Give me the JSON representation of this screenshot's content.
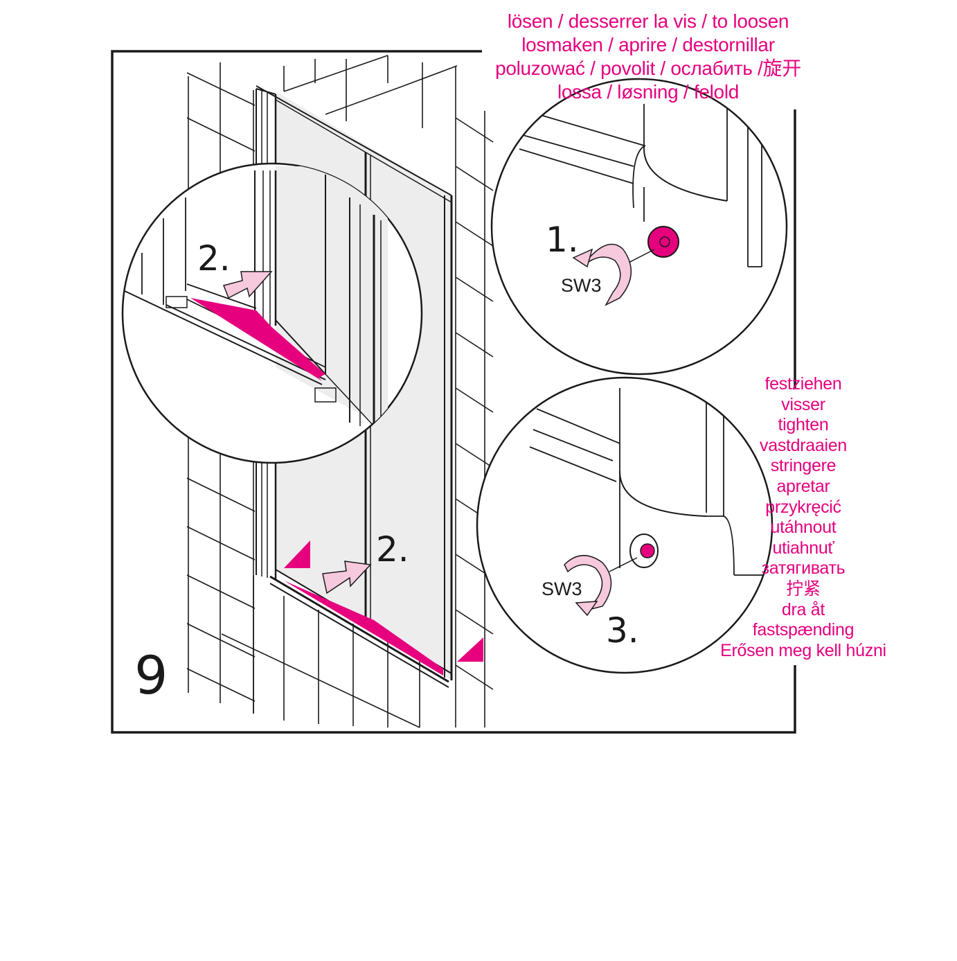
{
  "figure_number": "9",
  "loosen_labels": [
    "lösen / desserrer la vis / to loosen",
    "losmaken / aprire / destornillar",
    "poluzować / povolit / ослабить /旋开",
    "lossa / løsning / felold"
  ],
  "tighten_labels": [
    "festziehen",
    "visser",
    "tighten",
    "vastdraaien",
    "stringere",
    "apretar",
    "przykręcić",
    "utáhnout",
    "utiahnuť",
    "затягивать",
    "拧紧",
    "dra åt",
    "fastspænding",
    "Erősen meg kell húzni"
  ],
  "steps": {
    "loosen_step": "1.",
    "push_step_zoom": "2.",
    "push_step_main": "2.",
    "tighten_step": "3."
  },
  "tool_size": "SW3",
  "colors": {
    "accent": "#e6007e",
    "arrow_fill": "#f7c9dd",
    "glass": "#ededed",
    "line": "#1a1a1a"
  }
}
